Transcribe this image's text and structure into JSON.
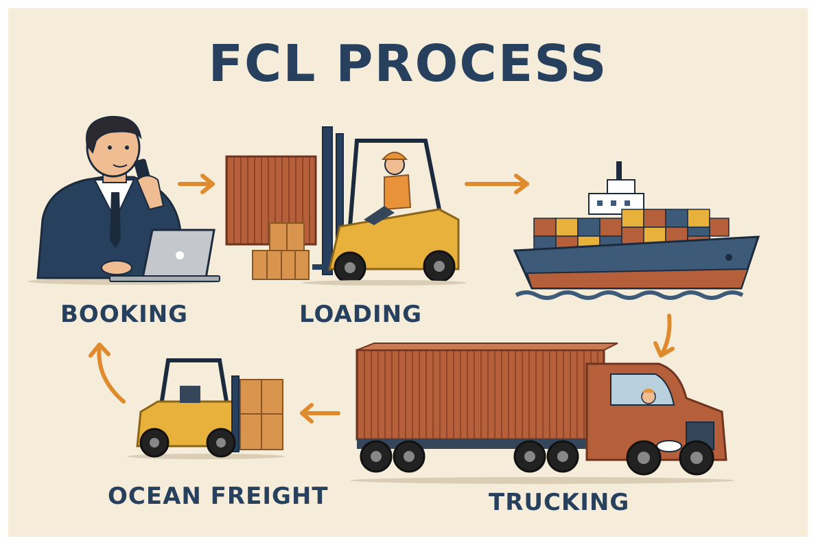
{
  "title": "FCL PROCESS",
  "steps": [
    {
      "label": "BOOKING"
    },
    {
      "label": "LOADING"
    },
    {
      "label": "TRUCKING"
    },
    {
      "label": "OCEAN FREIGHT"
    }
  ],
  "colors": {
    "background": "#f6ecda",
    "title": "#26405e",
    "arrow": "#e08a2e",
    "container": "#b5603a",
    "forklift": "#e8b13c",
    "ship_hull": "#3d5a78"
  },
  "icons": [
    "businessman-icon",
    "laptop-icon",
    "forklift-icon",
    "container-icon",
    "cargo-ship-icon",
    "truck-icon",
    "box-icon",
    "arrow-icon"
  ]
}
